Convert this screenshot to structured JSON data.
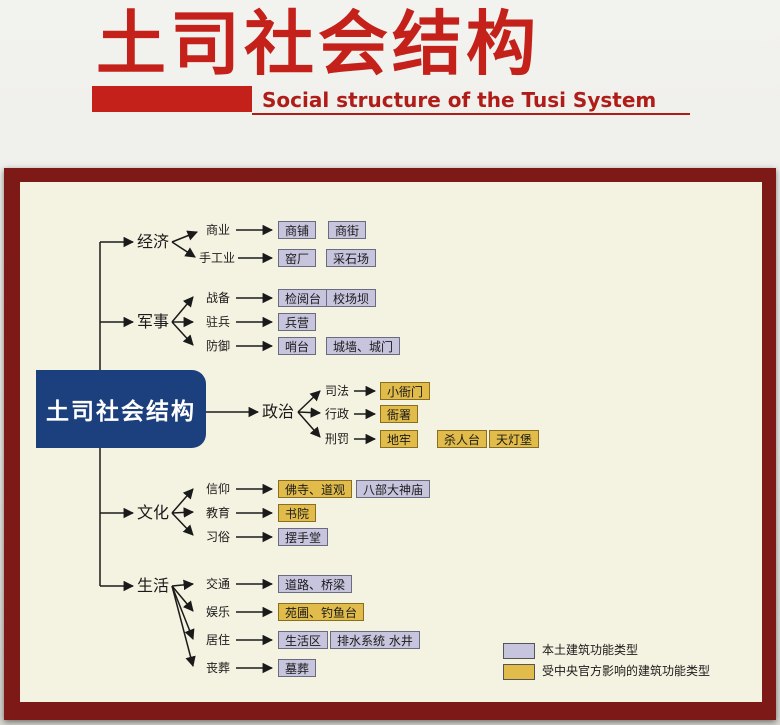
{
  "header": {
    "title_cn": "土司社会结构",
    "title_en": "Social structure of the Tusi System"
  },
  "root": {
    "label": "土司社会结构"
  },
  "branches": {
    "economy": {
      "label": "经济",
      "subs": [
        {
          "label": "商业",
          "items": [
            "商铺",
            "商街"
          ]
        },
        {
          "label": "手工业",
          "items": [
            "窑厂",
            "采石场"
          ]
        }
      ]
    },
    "military": {
      "label": "军事",
      "subs": [
        {
          "label": "战备",
          "items": [
            "检阅台",
            "校场坝"
          ]
        },
        {
          "label": "驻兵",
          "items": [
            "兵营"
          ]
        },
        {
          "label": "防御",
          "items": [
            "哨台",
            "城墙、城门"
          ]
        }
      ]
    },
    "politics": {
      "label": "政治",
      "subs": [
        {
          "label": "司法",
          "items": [
            "小衙门"
          ]
        },
        {
          "label": "行政",
          "items": [
            "衙署"
          ]
        },
        {
          "label": "刑罚",
          "items": [
            "地牢",
            "杀人台",
            "天灯堡"
          ]
        }
      ]
    },
    "culture": {
      "label": "文化",
      "subs": [
        {
          "label": "信仰",
          "items": [
            "佛寺、道观",
            "八部大神庙"
          ]
        },
        {
          "label": "教育",
          "items": [
            "书院"
          ]
        },
        {
          "label": "习俗",
          "items": [
            "摆手堂"
          ]
        }
      ]
    },
    "life": {
      "label": "生活",
      "subs": [
        {
          "label": "交通",
          "items": [
            "道路、桥梁"
          ]
        },
        {
          "label": "娱乐",
          "items": [
            "苑圃、钓鱼台"
          ]
        },
        {
          "label": "居住",
          "items": [
            "生活区",
            "排水系统 水井"
          ]
        },
        {
          "label": "丧葬",
          "items": [
            "墓葬"
          ]
        }
      ]
    }
  },
  "legend": {
    "native": {
      "label": "本土建筑功能类型",
      "color": "#c7c4dd"
    },
    "central": {
      "label": "受中央官方影响的建筑功能类型",
      "color": "#e2bc4a"
    }
  },
  "colors": {
    "title_red": "#c4211b",
    "root_blue": "#1c3f7d",
    "board_frame": "#7d1a17",
    "panel_bg": "#f4f2e1"
  }
}
